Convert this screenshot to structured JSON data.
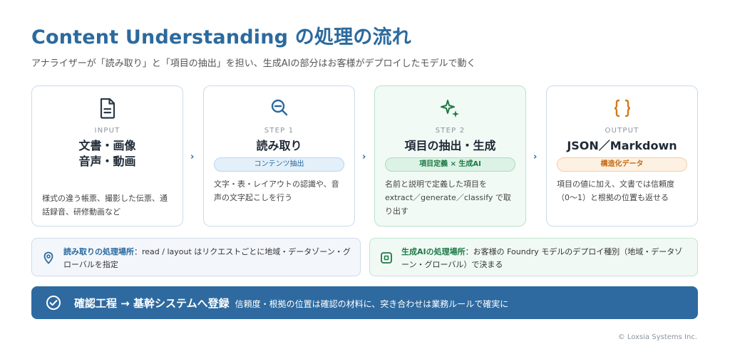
{
  "title": "Content Understanding の処理の流れ",
  "subtitle": "アナライザーが「読み取り」と「項目の抽出」を担い、生成AIの部分はお客様がデプロイしたモデルで動く",
  "cards": [
    {
      "step": "INPUT",
      "title_line1": "文書・画像",
      "title_line2": "音声・動画",
      "pill": "",
      "desc": "様式の違う帳票、撮影した伝票、通話録音、研修動画など",
      "icon": "document-icon"
    },
    {
      "step": "STEP 1",
      "title_line1": "読み取り",
      "title_line2": "",
      "pill": "コンテンツ抽出",
      "desc": "文字・表・レイアウトの認識や、音声の文字起こしを行う",
      "icon": "zoom-out-icon"
    },
    {
      "step": "STEP 2",
      "title_line1": "項目の抽出・生成",
      "title_line2": "",
      "pill": "項目定義 × 生成AI",
      "desc": "名前と説明で定義した項目を extract／generate／classify で取り出す",
      "icon": "sparkle-icon"
    },
    {
      "step": "OUTPUT",
      "title_line1": "JSON／Markdown",
      "title_line2": "",
      "pill": "構造化データ",
      "desc": "項目の値に加え、文書では信頼度（0〜1）と根拠の位置も返せる",
      "icon": "braces-icon"
    }
  ],
  "arrows": [
    "›",
    "›",
    "›"
  ],
  "locations": [
    {
      "label": "読み取りの処理場所",
      "text": "：read / layout はリクエストごとに地域・データゾーン・グローバルを指定",
      "icon": "location-pin-icon"
    },
    {
      "label": "生成AIの処理場所",
      "text": "：お客様の Foundry モデルのデプロイ種別（地域・データゾーン・グローバル）で決まる",
      "icon": "chip-icon"
    }
  ],
  "bottom_bar": {
    "strong": "確認工程 → 基幹システムへ登録",
    "sub": "信頼度・根拠の位置は確認の材料に、突き合わせは業務ルールで確実に",
    "icon": "check-circle-icon"
  },
  "copyright": "© Loxsia Systems Inc.",
  "colors": {
    "accent": "#2b6a9e",
    "green": "#1d7a47",
    "orange": "#c56a14",
    "bar": "#2e6aa0"
  }
}
